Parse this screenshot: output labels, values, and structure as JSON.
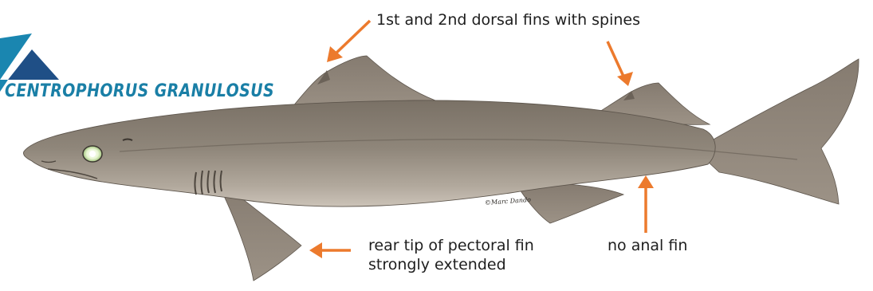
{
  "title": "CENTROPHORUS GRANULOSUS",
  "credit": "©Marc Dando",
  "annotations": {
    "dorsal_fins": "1st and 2nd dorsal fins with spines",
    "pectoral_line1": "rear tip of pectoral fin",
    "pectoral_line2": "strongly extended",
    "anal_fin": "no anal fin"
  },
  "colors": {
    "brand_blue": "#1a7fa6",
    "brand_navy": "#1f4f86",
    "arrow": "#ec7a2d",
    "shark_body": "#8d8377",
    "shark_belly": "#c6bdb1"
  }
}
